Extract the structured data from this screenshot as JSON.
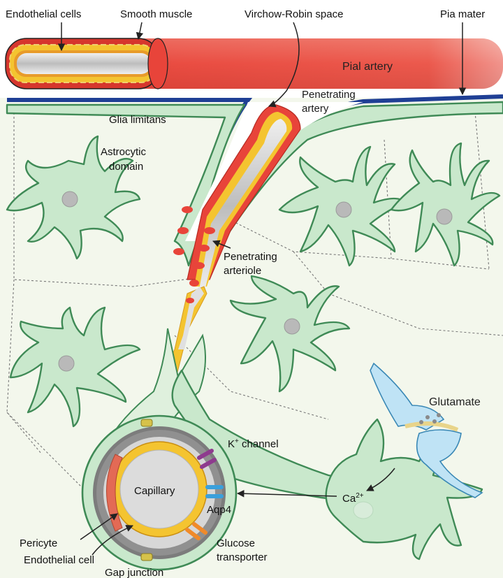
{
  "labels": {
    "endothelial_cells": "Endothelial cells",
    "smooth_muscle": "Smooth muscle",
    "virchow_robin": "Virchow-Robin space",
    "pia_mater": "Pia mater",
    "pial_artery": "Pial artery",
    "penetrating_artery_1": "Penetrating",
    "penetrating_artery_2": "artery",
    "glia_limitans": "Glia limitans",
    "astrocytic_domain_1": "Astrocytic",
    "astrocytic_domain_2": "domain",
    "penetrating_arteriole_1": "Penetrating",
    "penetrating_arteriole_2": "arteriole",
    "glutamate": "Glutamate",
    "k_channel_k": "K",
    "k_channel_sup": "+",
    "k_channel_rest": " channel",
    "capillary": "Capillary",
    "aqp4": "Aqp4",
    "ca_main": "Ca",
    "ca_sup": "2+",
    "pericyte": "Pericyte",
    "glucose_transporter_1": "Glucose",
    "glucose_transporter_2": "transporter",
    "endothelial_cell": "Endothelial cell",
    "gap_junction": "Gap junction"
  },
  "colors": {
    "artery_red": "#e8443a",
    "smooth_muscle_yellow": "#f4c430",
    "endothelium_gray": "#cfcfcf",
    "pia_blue": "#1f3f95",
    "astrocyte_green": "#c9e8cc",
    "astrocyte_outline": "#3f8a56",
    "neuron_blue": "#bfe3f5",
    "k_channel": "#8e3b8e",
    "aqp4": "#3aa0dc",
    "glucose_transporter": "#f08a2a"
  }
}
